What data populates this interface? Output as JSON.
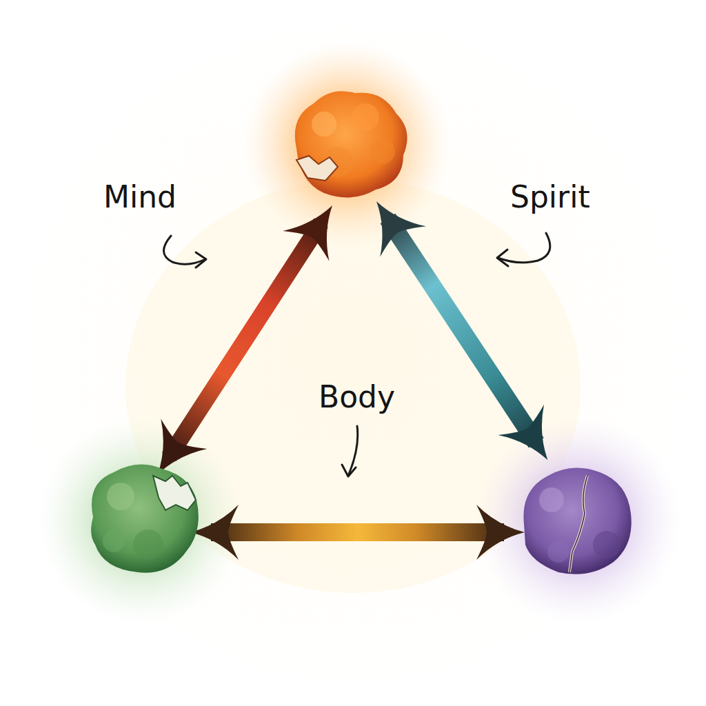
{
  "diagram": {
    "labels": [
      "Mind",
      "Spirit",
      "Body"
    ]
  }
}
